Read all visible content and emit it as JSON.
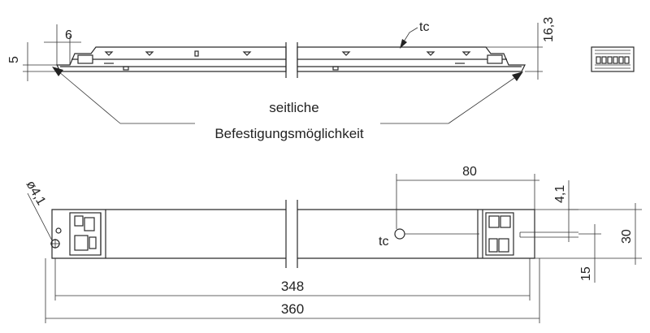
{
  "side_view": {
    "dim_width_6": "6",
    "dim_height_5": "5",
    "dim_height_16_3": "16,3",
    "label_tc": "tc",
    "note_line1": "seitliche",
    "note_line2": "Befestigungsmöglichkeit"
  },
  "top_view": {
    "hole_diameter": "ø4,1",
    "dim_80": "80",
    "dim_4_1": "4,1",
    "dim_30": "30",
    "dim_15": "15",
    "label_tc": "tc",
    "dim_348": "348",
    "dim_360": "360"
  }
}
